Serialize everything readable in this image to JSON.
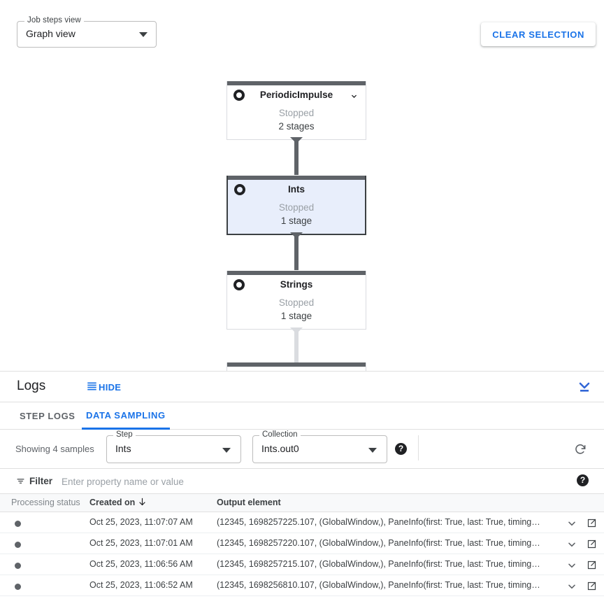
{
  "graph": {
    "view_select": {
      "label": "Job steps view",
      "value": "Graph view"
    },
    "clear_selection_label": "CLEAR SELECTION",
    "nodes": [
      {
        "title": "PeriodicImpulse",
        "status": "Stopped",
        "stages": "2 stages",
        "selected": false,
        "has_chevron": true
      },
      {
        "title": "Ints",
        "status": "Stopped",
        "stages": "1 stage",
        "selected": true,
        "has_chevron": false
      },
      {
        "title": "Strings",
        "status": "Stopped",
        "stages": "1 stage",
        "selected": false,
        "has_chevron": false
      }
    ]
  },
  "logs": {
    "title": "Logs",
    "hide_label": "HIDE",
    "tabs": [
      {
        "label": "STEP LOGS",
        "active": false
      },
      {
        "label": "DATA SAMPLING",
        "active": true
      }
    ],
    "controls": {
      "showing_label": "Showing 4 samples",
      "step": {
        "label": "Step",
        "value": "Ints"
      },
      "collection": {
        "label": "Collection",
        "value": "Ints.out0"
      },
      "help_glyph": "?",
      "refresh_icon": "refresh-icon"
    },
    "filter": {
      "label": "Filter",
      "placeholder": "Enter property name or value",
      "value": "",
      "help_glyph": "?"
    },
    "table": {
      "columns": [
        "Processing status",
        "Created on",
        "Output element"
      ],
      "sort_column": "Created on",
      "sort_direction": "descending",
      "rows": [
        {
          "created_on": "Oct 25, 2023, 11:07:07 AM",
          "output_element": "(12345, 1698257225.107, (GlobalWindow,), PaneInfo(first: True, last: True, timing…"
        },
        {
          "created_on": "Oct 25, 2023, 11:07:01 AM",
          "output_element": "(12345, 1698257220.107, (GlobalWindow,), PaneInfo(first: True, last: True, timing…"
        },
        {
          "created_on": "Oct 25, 2023, 11:06:56 AM",
          "output_element": "(12345, 1698257215.107, (GlobalWindow,), PaneInfo(first: True, last: True, timing…"
        },
        {
          "created_on": "Oct 25, 2023, 11:06:52 AM",
          "output_element": "(12345, 1698256810.107, (GlobalWindow,), PaneInfo(first: True, last: True, timing…"
        }
      ]
    }
  },
  "colors": {
    "accent": "#1a73e8",
    "node_bar": "#5f6368",
    "node_selected_bg": "#e8eefb",
    "text_primary": "#202124",
    "text_secondary": "#5f6368",
    "text_muted": "#9aa0a6"
  }
}
